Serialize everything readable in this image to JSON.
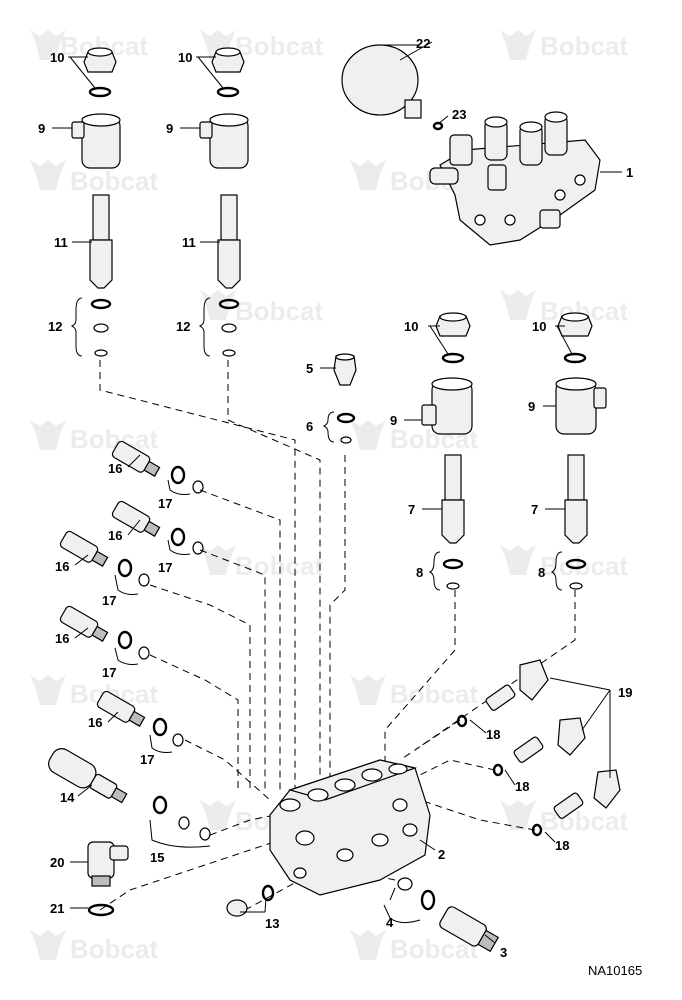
{
  "figure_id": "NA10165",
  "watermark_text": "Bobcat",
  "callouts": {
    "c1": "1",
    "c2": "2",
    "c3": "3",
    "c4": "4",
    "c5": "5",
    "c6": "6",
    "c7a": "7",
    "c7b": "7",
    "c8a": "8",
    "c8b": "8",
    "c9a": "9",
    "c9b": "9",
    "c9c": "9",
    "c9d": "9",
    "c10a": "10",
    "c10b": "10",
    "c10c": "10",
    "c10d": "10",
    "c11a": "11",
    "c11b": "11",
    "c12a": "12",
    "c12b": "12",
    "c13": "13",
    "c14": "14",
    "c15": "15",
    "c16a": "16",
    "c16b": "16",
    "c16c": "16",
    "c16d": "16",
    "c16e": "16",
    "c17a": "17",
    "c17b": "17",
    "c17c": "17",
    "c17d": "17",
    "c17e": "17",
    "c18a": "18",
    "c18b": "18",
    "c18c": "18",
    "c19": "19",
    "c20": "20",
    "c21": "21",
    "c22": "22",
    "c23": "23"
  },
  "icons": [
    "bobcat-logo-watermark-icon"
  ],
  "colors": {
    "line": "#000000",
    "part_fill": "#f0f0f0",
    "watermark": "#ececec"
  }
}
